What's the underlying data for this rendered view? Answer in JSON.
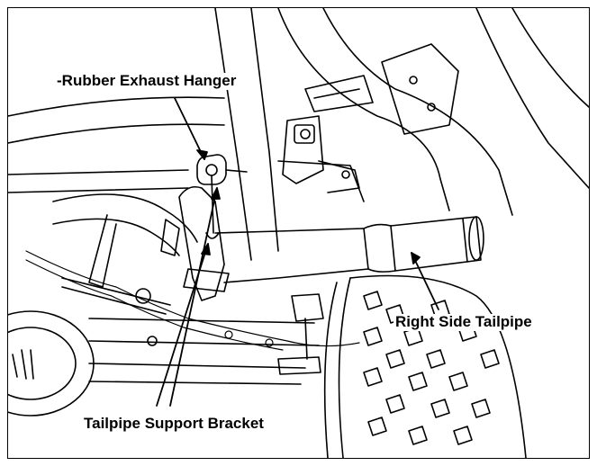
{
  "labels": {
    "hanger": "-Rubber Exhaust Hanger",
    "tailpipe": "Right Side Tailpipe",
    "bracket": "Tailpipe Support Bracket"
  },
  "colors": {
    "line": "#000000",
    "background": "#ffffff"
  }
}
